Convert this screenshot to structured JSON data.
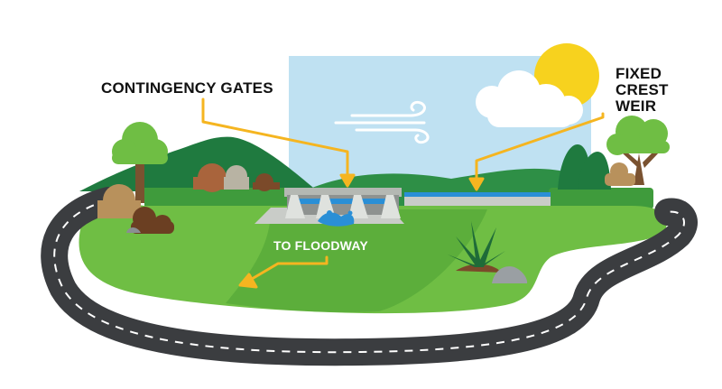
{
  "labels": {
    "contingency_gates": "CONTINGENCY GATES",
    "fixed_crest_weir": [
      "FIXED",
      "CREST",
      "WEIR"
    ],
    "to_floodway": "TO FLOODWAY"
  },
  "colors": {
    "sky": "#bfe1f2",
    "sun": "#f7d21e",
    "callout_line": "#f5b520",
    "grass_light": "#6fbe44",
    "grass_dark": "#3f9b3c",
    "mountain": "#1f7a3f",
    "hill": "#2e8f46",
    "road": "#3b3d40",
    "road_dash": "#ffffff",
    "water": "#2a8fd6",
    "trunk": "#7a5230",
    "concrete": "#c9ccc8"
  },
  "icons": [
    "sun-icon",
    "cloud-icon",
    "wind-icon",
    "tree-icon",
    "bush-icon",
    "rock-icon",
    "water-splash-icon"
  ]
}
